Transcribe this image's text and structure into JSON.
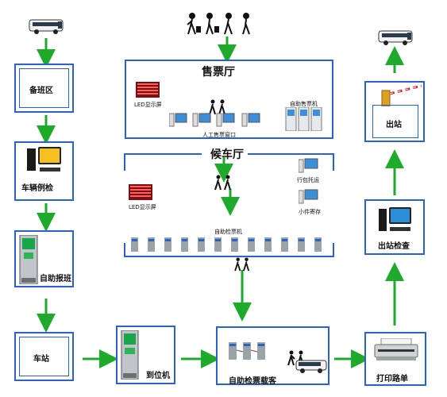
{
  "left_column": {
    "standby_area": "备班区",
    "vehicle_inspection": "车辆例检",
    "self_report": "自助报班",
    "station": "车站"
  },
  "bottom_row": {
    "arrival": "到位机",
    "self_ticket_check_boarding": "自助检票载客",
    "print_waybill": "打印路单"
  },
  "right_column": {
    "exit_check": "出站检查",
    "exit_station": "出站"
  },
  "ticket_hall": {
    "title": "售票厅",
    "led_screen": "LED显示屏",
    "self_ticket_machine": "自助售票机",
    "manual_window": "人工售票窗口"
  },
  "waiting_hall": {
    "title": "候车厅",
    "led_screen": "LED显示屏",
    "baggage_checkin": "行包托运",
    "small_storage": "小件寄存",
    "self_gate_machine": "自助检票机"
  },
  "colors": {
    "border_blue": "#2a63c8",
    "arrow_green": "#1faa2c",
    "led_red": "#a31818"
  }
}
